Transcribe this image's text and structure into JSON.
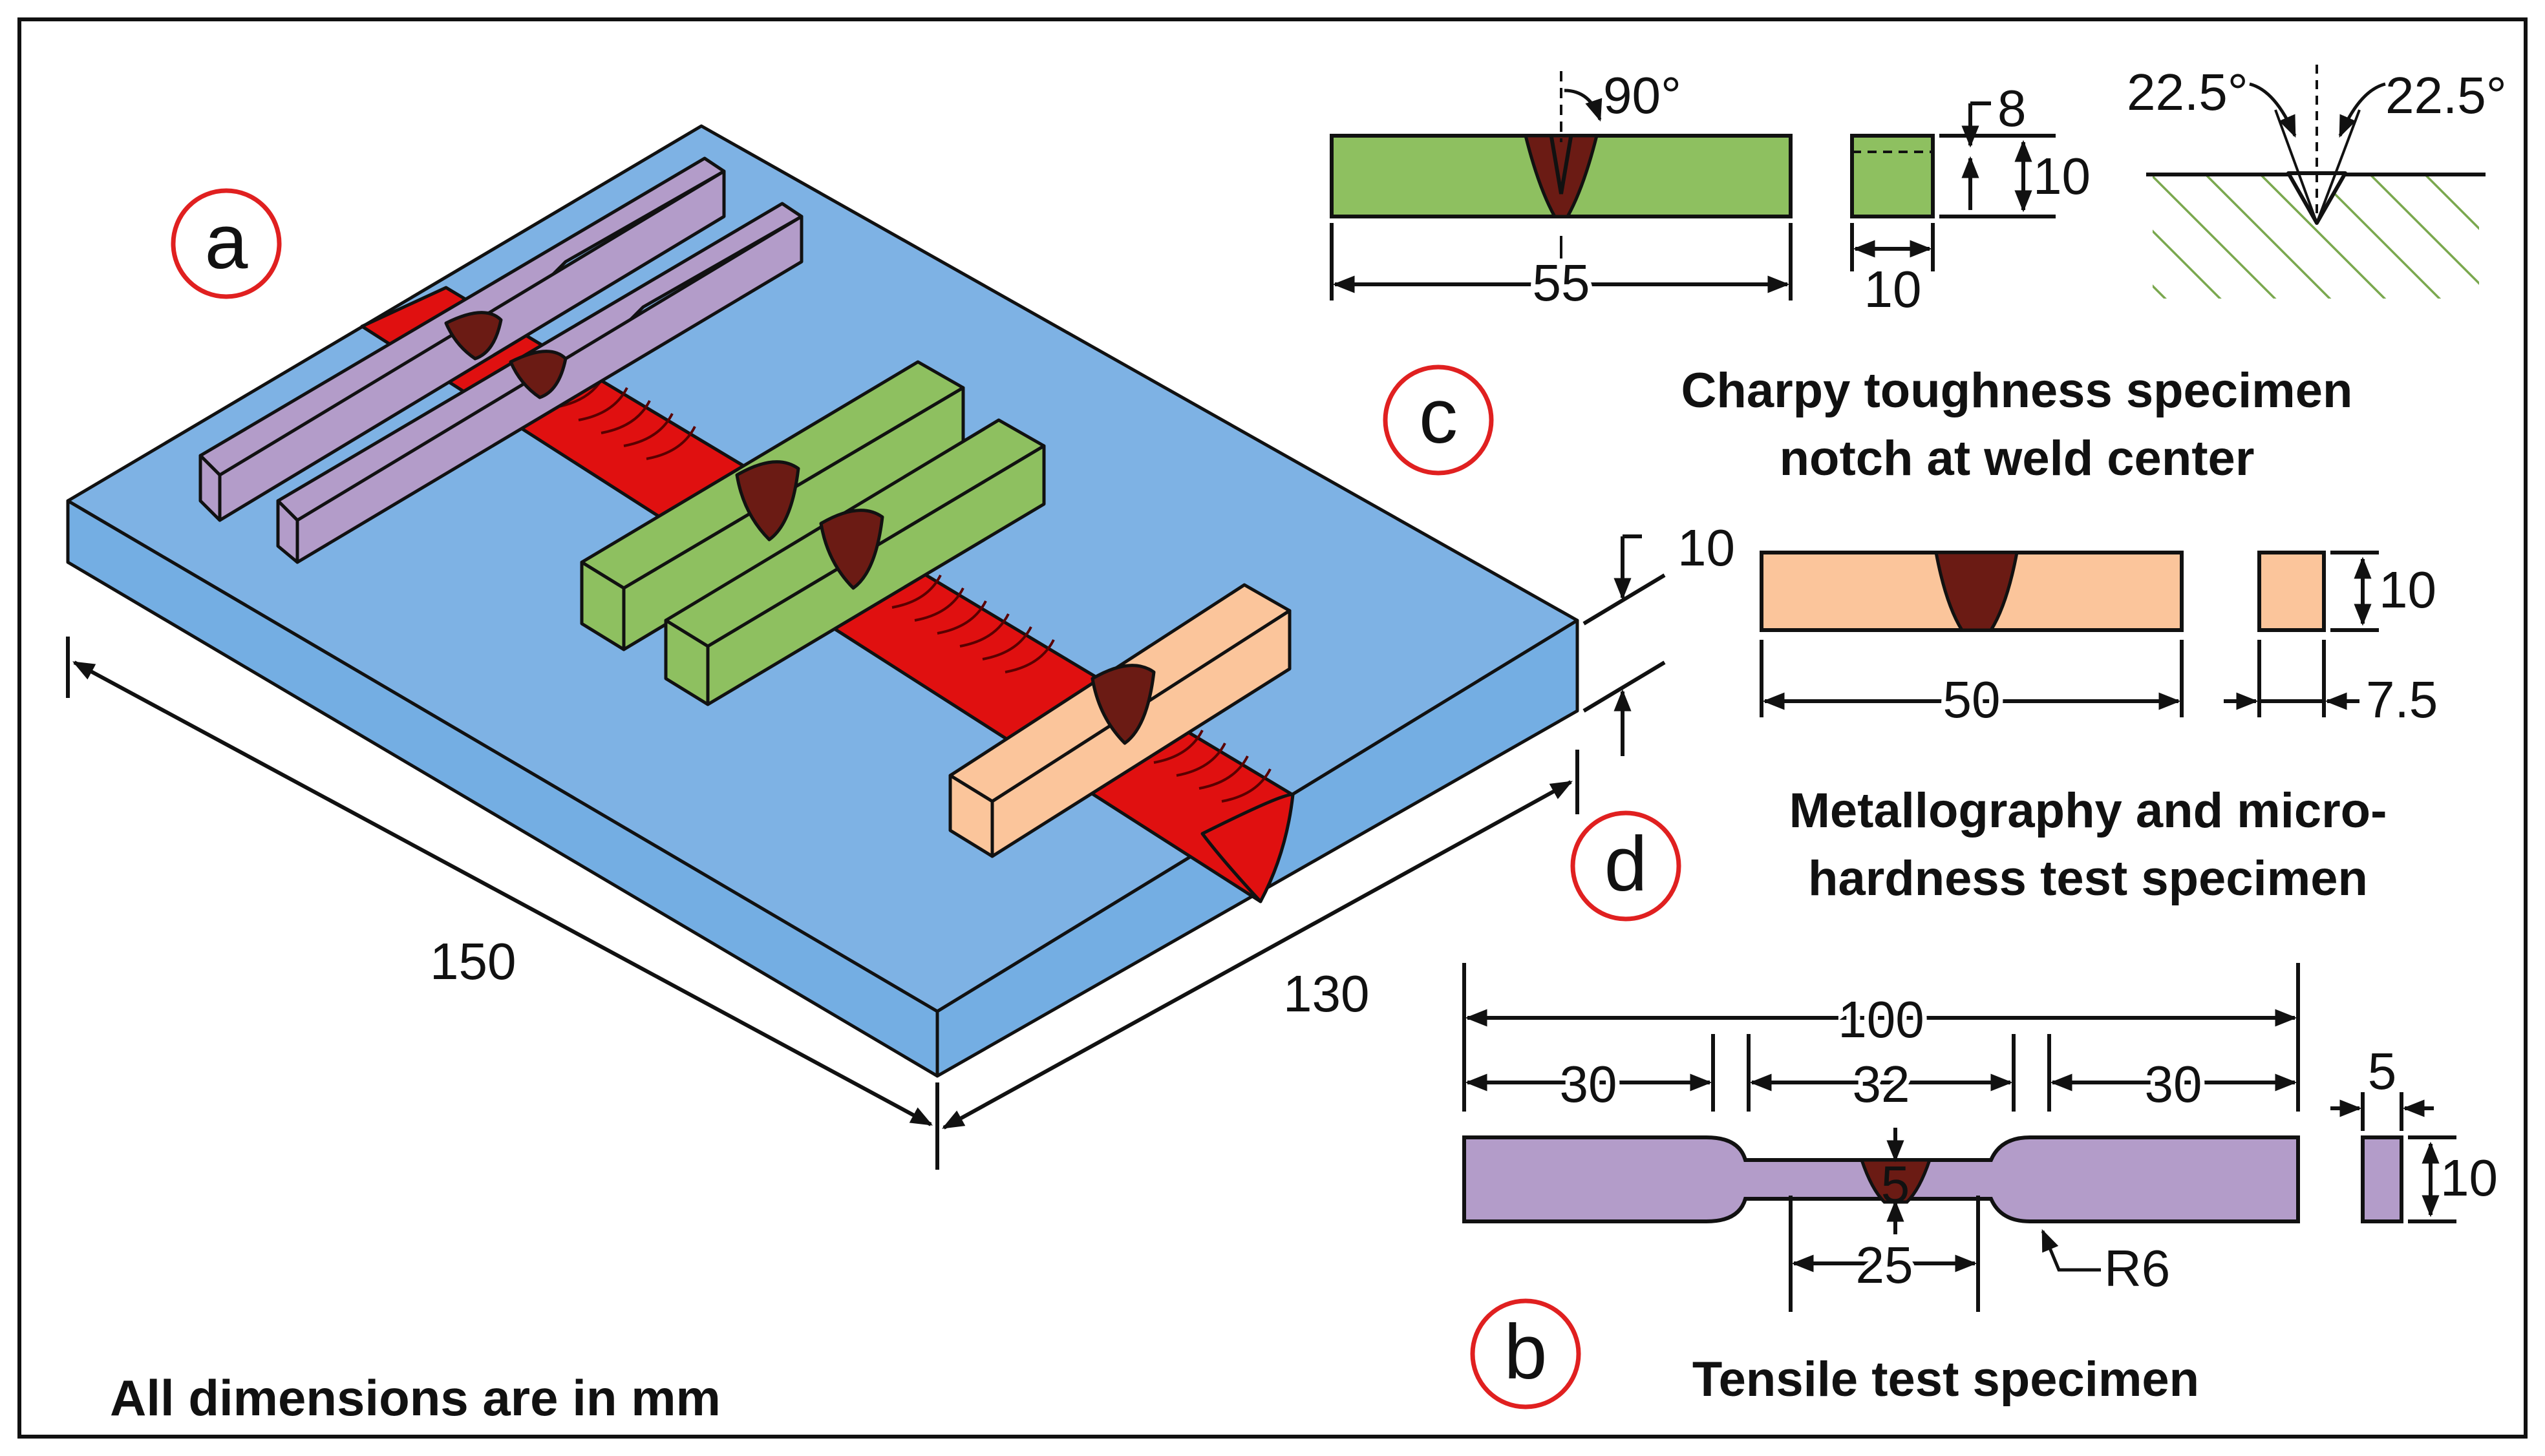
{
  "panel_labels": {
    "a": "a",
    "b": "b",
    "c": "c",
    "d": "d"
  },
  "plate_dims": {
    "length": "150",
    "width": "130",
    "thickness": "10"
  },
  "note": "All dimensions are in mm",
  "charpy": {
    "caption_line1": "Charpy toughness specimen",
    "caption_line2": "notch at weld center",
    "angle": "90°",
    "length": "55",
    "depth_top": "8",
    "height": "10",
    "width": "10",
    "half_angle_left": "22.5°",
    "half_angle_right": "22.5°"
  },
  "metallography": {
    "caption_line1": "Metallography and micro-",
    "caption_line2": "hardness test specimen",
    "length": "50",
    "height": "10",
    "width": "7.5"
  },
  "tensile": {
    "caption": "Tensile test specimen",
    "total_length": "100",
    "grip_left": "30",
    "gauge": "32",
    "grip_right": "30",
    "gauge_width": "5",
    "weld_width": "25",
    "radius": "R6",
    "thickness": "5",
    "height": "10"
  },
  "colors": {
    "plate_top": "#7eb2e4",
    "plate_side": "#74aee3",
    "weld": "#e01010",
    "weld_dark": "#6b1b14",
    "tensile": "#b39cc9",
    "charpy": "#8ec060",
    "metallography": "#fbc59b",
    "circle": "#e02020"
  }
}
